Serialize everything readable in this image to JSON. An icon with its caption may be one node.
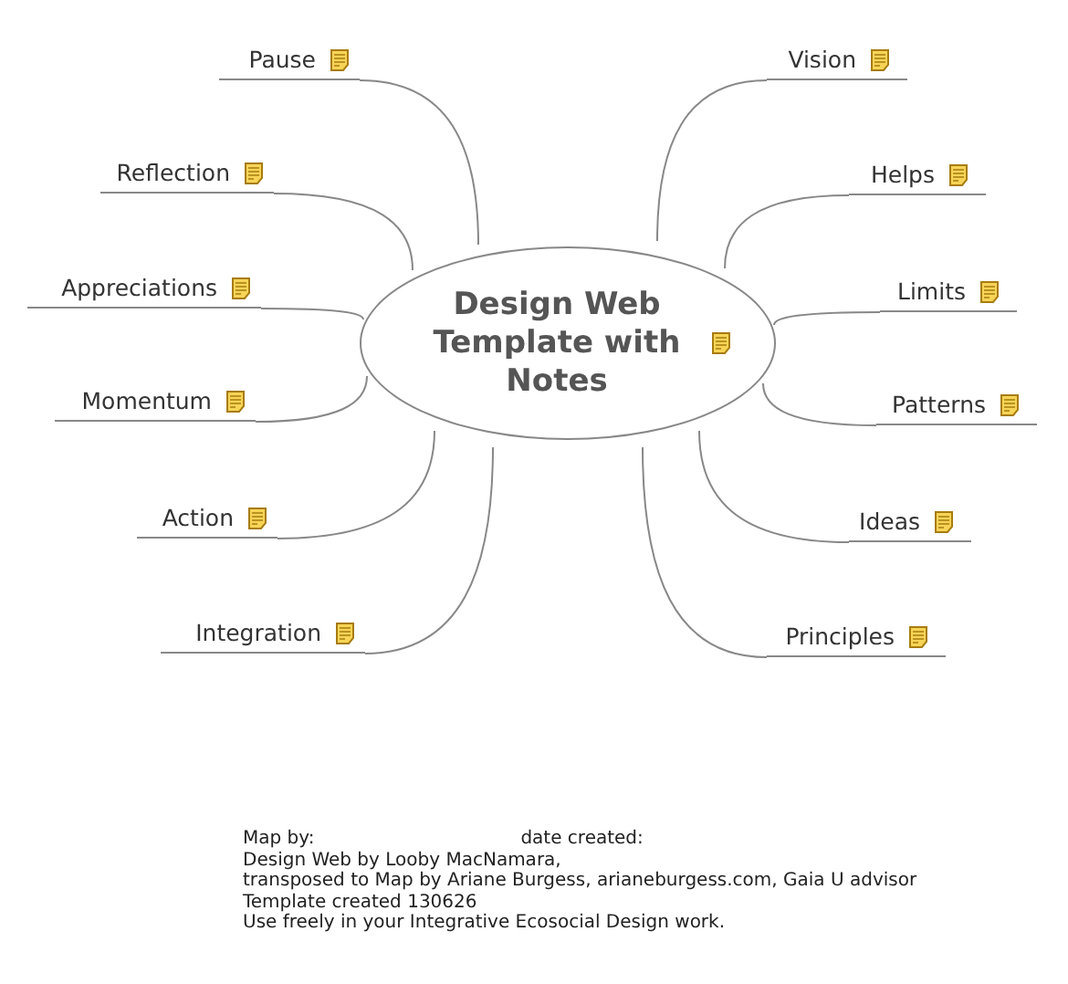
{
  "diagram": {
    "nodes": [
      {
        "text": [
          "Design Web Template with Notes"
        ]
      },
      {
        "text": [
          "Pause"
        ]
      },
      {
        "text": [
          "Reflection"
        ]
      },
      {
        "text": [
          "Appreciations"
        ]
      },
      {
        "text": [
          "Momentum"
        ]
      },
      {
        "text": [
          "Action"
        ]
      },
      {
        "text": [
          "Integration"
        ]
      },
      {
        "text": [
          "Vision"
        ]
      },
      {
        "text": [
          "Helps"
        ]
      },
      {
        "text": [
          "Limits"
        ]
      },
      {
        "text": [
          "Patterns"
        ]
      },
      {
        "text": [
          "Ideas"
        ]
      },
      {
        "text": [
          "Principles"
        ]
      }
    ],
    "edges": [
      {
        "from": 0,
        "to": 1,
        "arrow": "none"
      },
      {
        "from": 0,
        "to": 2,
        "arrow": "none"
      },
      {
        "from": 0,
        "to": 3,
        "arrow": "none"
      },
      {
        "from": 0,
        "to": 4,
        "arrow": "none"
      },
      {
        "from": 0,
        "to": 5,
        "arrow": "none"
      },
      {
        "from": 0,
        "to": 6,
        "arrow": "none"
      },
      {
        "from": 0,
        "to": 7,
        "arrow": "none"
      },
      {
        "from": 0,
        "to": 8,
        "arrow": "none"
      },
      {
        "from": 0,
        "to": 9,
        "arrow": "none"
      },
      {
        "from": 0,
        "to": 10,
        "arrow": "none"
      },
      {
        "from": 0,
        "to": 11,
        "arrow": "none"
      },
      {
        "from": 0,
        "to": 12,
        "arrow": "none"
      }
    ],
    "labels": [
      "Map by:",
      "date created:",
      "Design Web by Looby MacNamara,",
      "transposed to Map by Ariane Burgess, arianeburgess.com, Gaia U advisor",
      "Template created 130626",
      "Use freely in your Integrative Ecosocial Design work."
    ]
  }
}
